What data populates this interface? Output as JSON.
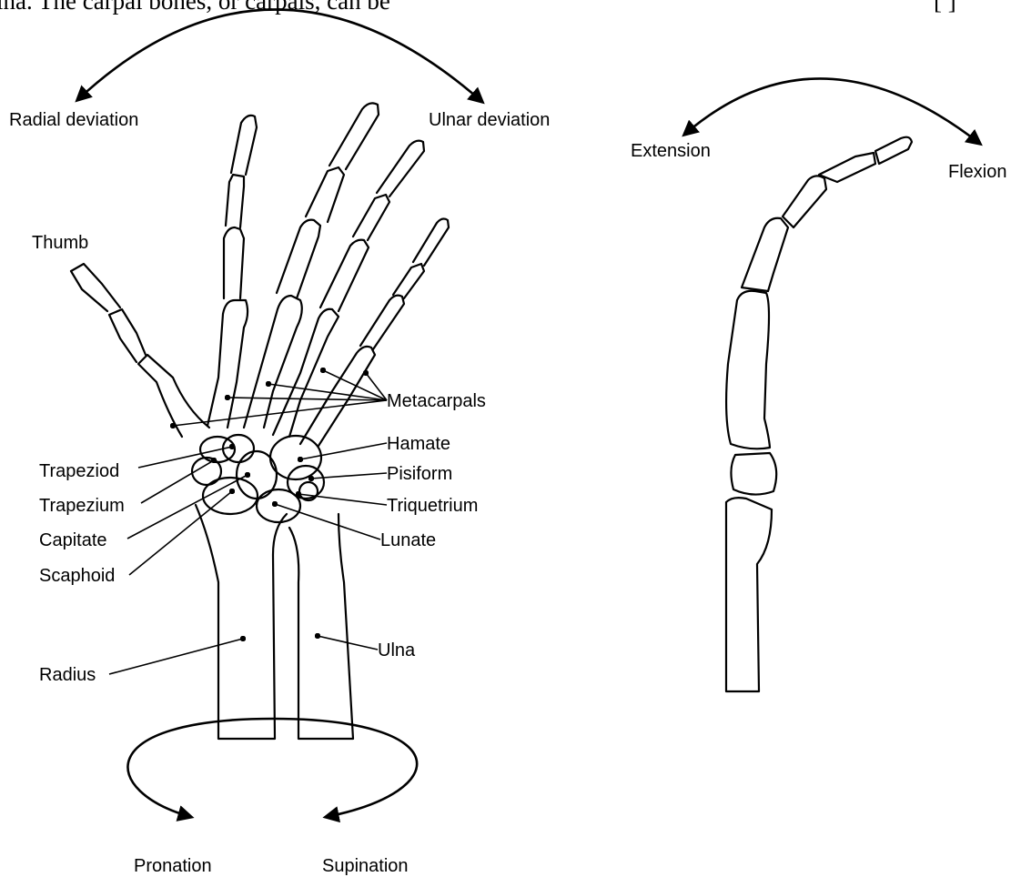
{
  "page_text": {
    "top_left": "lna. The carpal bones, or carpals, can be",
    "top_right": "[        ]"
  },
  "motions": {
    "radial_deviation": "Radial deviation",
    "ulnar_deviation": "Ulnar deviation",
    "extension": "Extension",
    "flexion": "Flexion",
    "pronation": "Pronation",
    "supination": "Supination"
  },
  "labels": {
    "thumb": "Thumb",
    "metacarpals": "Metacarpals",
    "hamate": "Hamate",
    "pisiform": "Pisiform",
    "triquetrium": "Triquetrium",
    "lunate": "Lunate",
    "trapeziod": "Trapeziod",
    "trapezium": "Trapezium",
    "capitate": "Capitate",
    "scaphoid": "Scaphoid",
    "radius": "Radius",
    "ulna": "Ulna"
  }
}
